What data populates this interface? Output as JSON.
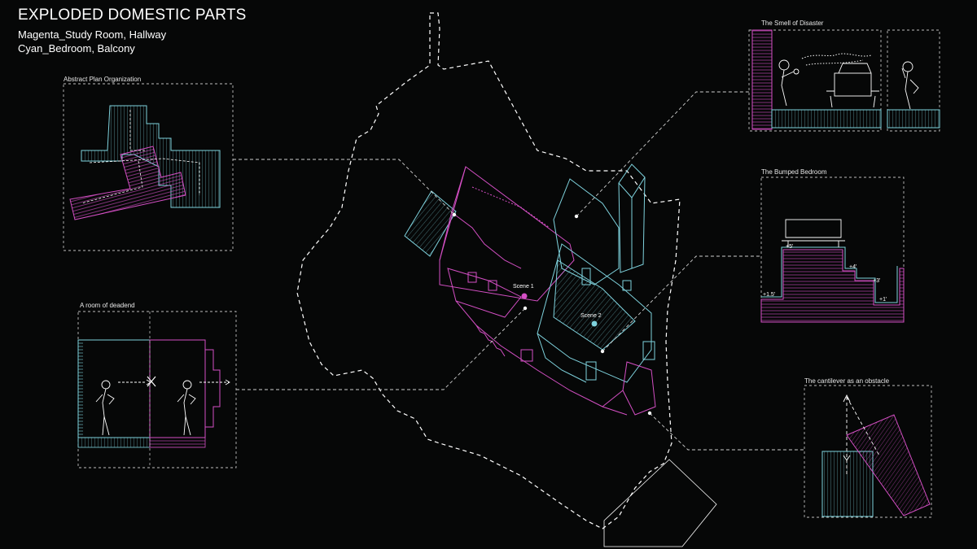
{
  "header": {
    "title": "EXPLODED DOMESTIC PARTS",
    "legend_magenta": "Magenta_Study Room, Hallway",
    "legend_cyan": "Cyan_Bedroom, Balcony"
  },
  "panels": {
    "plan": {
      "label": "Abstract Plan Organization"
    },
    "deadend": {
      "label": "A room of deadend"
    },
    "smell": {
      "label": "The Smell of Disaster"
    },
    "bumped": {
      "label": "The Bumped Bedroom",
      "levels": [
        "+5'",
        "+4'",
        "+3'",
        "+1'",
        "+1.5'"
      ]
    },
    "cantilever": {
      "label": "The cantilever as an obstacle"
    }
  },
  "scenes": {
    "scene1": "Scene 1",
    "scene2": "Scene 2"
  },
  "colors": {
    "magenta": "#d44fc4",
    "cyan": "#7fd3de",
    "line": "#ffffff",
    "background": "#060707"
  }
}
